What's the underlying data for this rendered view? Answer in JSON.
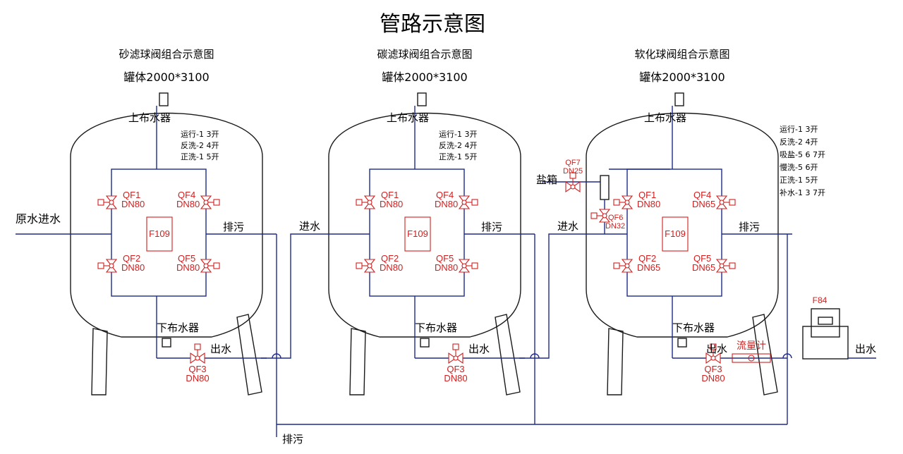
{
  "title": "管路示意图",
  "tanks": [
    {
      "name": "砂滤球阀组合示意图",
      "size": "罐体2000*3100",
      "top_distributor": "上布水器",
      "bottom_distributor": "下布水器",
      "controller": "F109",
      "legend": [
        "运行-1 3开",
        "反洗-2 4开",
        "正洗-1 5开"
      ],
      "valves": [
        {
          "id": "QF1",
          "dn": "DN80"
        },
        {
          "id": "QF4",
          "dn": "DN80"
        },
        {
          "id": "QF2",
          "dn": "DN80"
        },
        {
          "id": "QF5",
          "dn": "DN80"
        },
        {
          "id": "QF3",
          "dn": "DN80"
        }
      ],
      "inlet_label": "原水进水",
      "drain_label": "排污",
      "outlet_label": "出水"
    },
    {
      "name": "碳滤球阀组合示意图",
      "size": "罐体2000*3100",
      "top_distributor": "上布水器",
      "bottom_distributor": "下布水器",
      "controller": "F109",
      "legend": [
        "运行-1 3开",
        "反洗-2 4开",
        "正洗-1 5开"
      ],
      "valves": [
        {
          "id": "QF1",
          "dn": "DN80"
        },
        {
          "id": "QF4",
          "dn": "DN80"
        },
        {
          "id": "QF2",
          "dn": "DN80"
        },
        {
          "id": "QF5",
          "dn": "DN80"
        },
        {
          "id": "QF3",
          "dn": "DN80"
        }
      ],
      "inlet_label": "进水",
      "drain_label": "排污",
      "outlet_label": "出水"
    },
    {
      "name": "软化球阀组合示意图",
      "size": "罐体2000*3100",
      "top_distributor": "上布水器",
      "bottom_distributor": "下布水器",
      "controller": "F109",
      "legend": [
        "运行-1 3开",
        "反洗-2 4开",
        "吸盐-5 6 7开",
        "慢洗-5 6开",
        "正洗-1 5开",
        "补水-1 3 7开"
      ],
      "valves": [
        {
          "id": "QF1",
          "dn": "DN80"
        },
        {
          "id": "QF4",
          "dn": "DN65"
        },
        {
          "id": "QF2",
          "dn": "DN65"
        },
        {
          "id": "QF5",
          "dn": "DN65"
        },
        {
          "id": "QF3",
          "dn": "DN80"
        }
      ],
      "inlet_label": "进水",
      "drain_label": "排污",
      "outlet_label": "出水",
      "salt_box": "盐箱",
      "qf7": {
        "id": "QF7",
        "dn": "DN25"
      },
      "qf6": {
        "id": "QF6",
        "dn": "DN32"
      },
      "flowmeter": "流量计"
    }
  ],
  "bottom_drain": "排污",
  "meter": {
    "id": "F84",
    "outlet": "出水"
  },
  "colors": {
    "pipe": "#1f2a8c",
    "valve": "#d21e1e",
    "text": "#000000"
  }
}
